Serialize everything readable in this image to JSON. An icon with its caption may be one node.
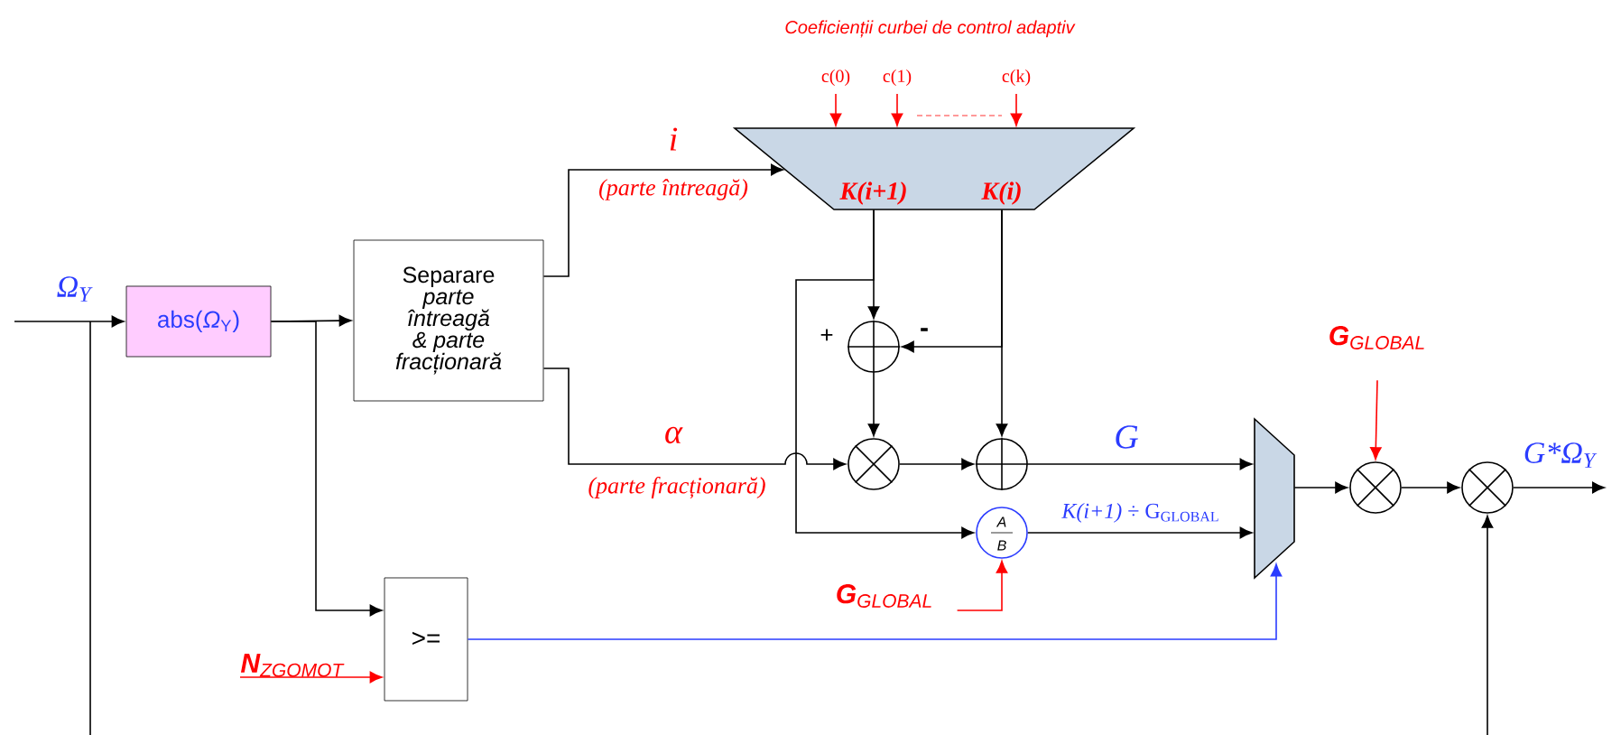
{
  "diagram": {
    "nodes": [
      {
        "text": [
          "abs(*Ω*$_{Y}$)"
        ]
      },
      {
        "text": [
          "Separare *parte întreagă & parte fracționară*"
        ]
      },
      {
        "text": [
          "K(i+1)",
          "K(i)"
        ]
      },
      {
        "text": [],
        "shape": "circle",
        "beside": [
          "+",
          "-"
        ]
      },
      {
        "text": [],
        "shape": "circle"
      },
      {
        "text": [],
        "shape": "circle"
      },
      {
        "text": [
          "A",
          "B"
        ]
      },
      {
        "text": [],
        "shape": "trapezoid"
      },
      {
        "text": [],
        "shape": "circle"
      },
      {
        "text": [],
        "shape": "circle"
      },
      {
        "text": [
          ">="
        ]
      },
      {
        "text": [
          "**G**$_{GLOBAL}$"
        ]
      },
      {
        "text": [
          "**G**$_{GLOBAL}$"
        ]
      },
      {
        "text": [
          "**N**$_{ZGOMOT}$"
        ]
      }
    ],
    "edges": [
      {
        "from": null,
        "to": 0,
        "arrow": "to",
        "label": "Ω$_{Y}$"
      },
      {
        "from": 0,
        "to": 1,
        "arrow": "to"
      },
      {
        "from": 0,
        "to": 10,
        "arrow": "to"
      },
      {
        "from": 1,
        "to": 2,
        "arrow": "to",
        "label": "i"
      },
      {
        "from": 1,
        "to": 4,
        "arrow": "to",
        "label": "α"
      },
      {
        "from": null,
        "to": 2,
        "arrow": "to",
        "label": "c(0)",
        "color": "#ff0000"
      },
      {
        "from": null,
        "to": 2,
        "arrow": "to",
        "label": "c(1)",
        "color": "#ff0000"
      },
      {
        "from": null,
        "to": 2,
        "arrow": "to",
        "label": "c(k)",
        "color": "#ff0000"
      },
      {
        "from": 2,
        "to": 3,
        "arrow": "to"
      },
      {
        "from": 2,
        "to": 3,
        "arrow": "to"
      },
      {
        "from": 2,
        "to": 5,
        "arrow": "to"
      },
      {
        "from": 2,
        "to": 6,
        "arrow": "to"
      },
      {
        "from": 3,
        "to": 4,
        "arrow": "to"
      },
      {
        "from": 4,
        "to": 5,
        "arrow": "to"
      },
      {
        "from": 5,
        "to": 7,
        "arrow": "to",
        "label": "G"
      },
      {
        "from": 6,
        "to": 7,
        "arrow": "to",
        "label": "*K(i+1)* ÷ G$_{GLOBAL}$"
      },
      {
        "from": 10,
        "to": 7,
        "arrow": "to",
        "color": "#2b3cff"
      },
      {
        "from": 12,
        "to": 6,
        "arrow": "to",
        "color": "#ff0000"
      },
      {
        "from": 13,
        "to": 10,
        "arrow": "to",
        "color": "#ff0000"
      },
      {
        "from": 7,
        "to": 8,
        "arrow": "to"
      },
      {
        "from": 11,
        "to": 8,
        "arrow": "to",
        "color": "#ff0000"
      },
      {
        "from": 8,
        "to": 9,
        "arrow": "to"
      },
      {
        "from": null,
        "to": 9,
        "arrow": "to"
      },
      {
        "from": 9,
        "to": null,
        "arrow": "to",
        "label": "G*Ω$_{Y}$"
      }
    ],
    "labels": [
      "Coeficienții curbei de control adaptiv",
      "(parte întreagă)",
      "(parte fracționară)"
    ]
  }
}
